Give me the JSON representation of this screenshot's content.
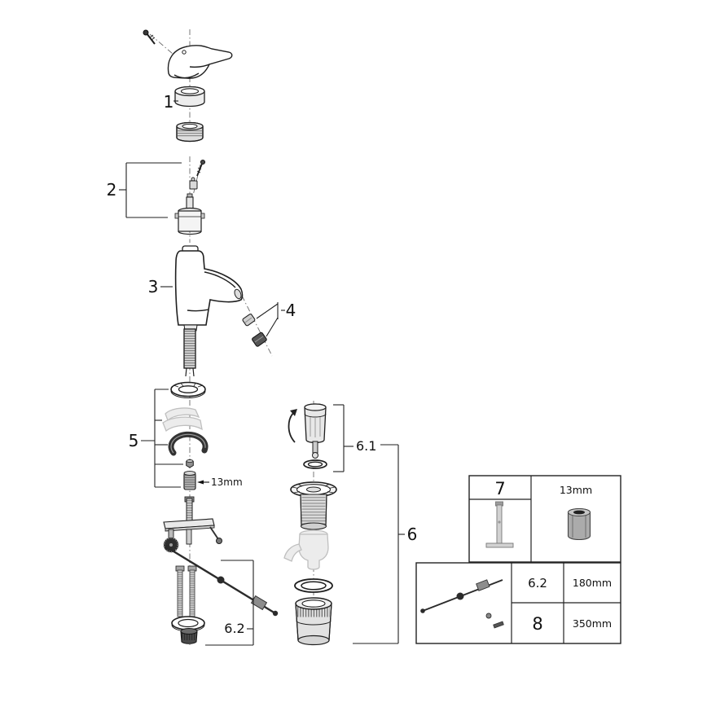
{
  "diagram": {
    "title": "faucet-exploded-parts-diagram",
    "callouts": {
      "part1": "1",
      "part2": "2",
      "part3": "3",
      "part4": "4",
      "part5": "5",
      "part6": "6",
      "part6_1": "6.1",
      "part6_2": "6.2",
      "wrench_size": "13mm"
    },
    "legend": {
      "tool_box": {
        "part": "7",
        "size": "13mm"
      },
      "rod_box": {
        "rows": [
          {
            "part": "6.2",
            "size": "180mm"
          },
          {
            "part": "8",
            "size": "350mm"
          }
        ]
      }
    },
    "colors": {
      "line": "#1f1f1f",
      "part_dark": "#474747",
      "part_mid": "#9c9c9c",
      "ghost": "#ececec",
      "background": "#ffffff"
    }
  }
}
